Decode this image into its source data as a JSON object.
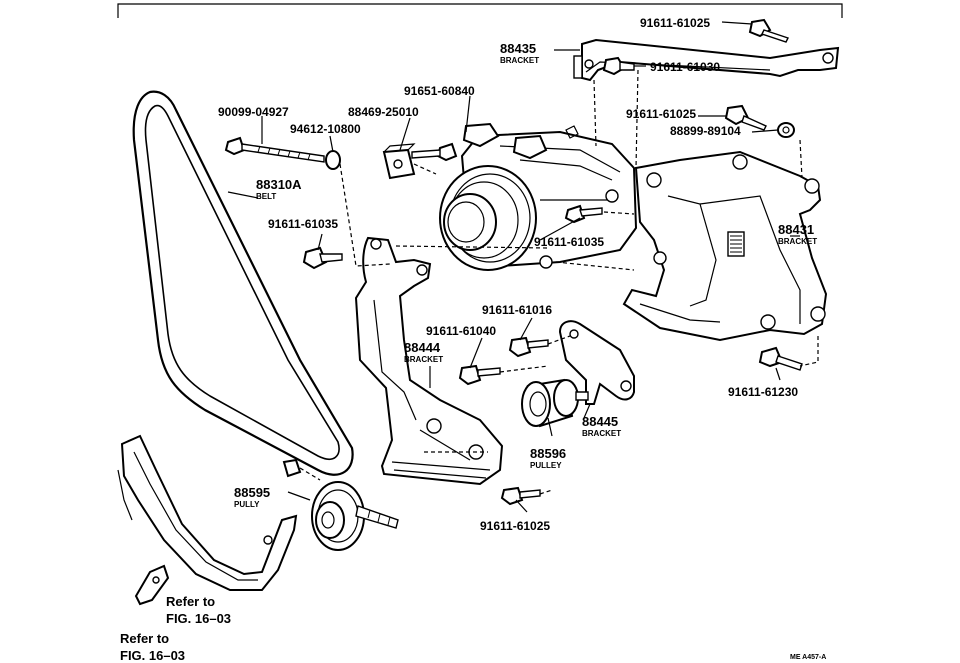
{
  "parts": [
    {
      "id": "p1",
      "number": "91611-61025"
    },
    {
      "id": "p2",
      "number": "88435",
      "name": "BRACKET"
    },
    {
      "id": "p3",
      "number": "91611-61030"
    },
    {
      "id": "p4",
      "number": "91651-60840"
    },
    {
      "id": "p5",
      "number": "90099-04927"
    },
    {
      "id": "p6",
      "number": "88469-25010"
    },
    {
      "id": "p7",
      "number": "94612-10800"
    },
    {
      "id": "p8",
      "number": "91611-61025"
    },
    {
      "id": "p9",
      "number": "88899-89104"
    },
    {
      "id": "p10",
      "number": "88310A",
      "name": "BELT"
    },
    {
      "id": "p11",
      "number": "91611-61035"
    },
    {
      "id": "p12",
      "number": "91611-61035"
    },
    {
      "id": "p13",
      "number": "88431",
      "name": "BRACKET"
    },
    {
      "id": "p14",
      "number": "91611-61016"
    },
    {
      "id": "p15",
      "number": "91611-61040"
    },
    {
      "id": "p16",
      "number": "88444",
      "name": "BRACKET"
    },
    {
      "id": "p17",
      "number": "91611-61230"
    },
    {
      "id": "p18",
      "number": "88445",
      "name": "BRACKET"
    },
    {
      "id": "p19",
      "number": "88596",
      "name": "PULLEY"
    },
    {
      "id": "p20",
      "number": "88595",
      "name": "PULLY"
    },
    {
      "id": "p21",
      "number": "91611-61025"
    }
  ],
  "references": [
    {
      "line1": "Refer to",
      "line2": "FIG. 16–03"
    },
    {
      "line1": "Refer to",
      "line2": "FIG. 16–03"
    }
  ],
  "figure_code": "ME A457-A"
}
